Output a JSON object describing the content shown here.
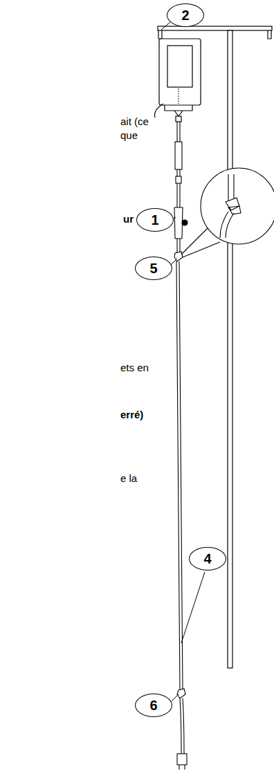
{
  "diagram": {
    "nodes": [
      {
        "text": [
          "2"
        ]
      },
      {
        "text": [
          "1"
        ]
      },
      {
        "text": [
          "5"
        ]
      },
      {
        "text": [
          "4"
        ]
      },
      {
        "text": [
          "6"
        ]
      }
    ],
    "labels": [
      "ait (ce",
      "que",
      "ur",
      "ets en",
      "erré)",
      "e la"
    ]
  }
}
